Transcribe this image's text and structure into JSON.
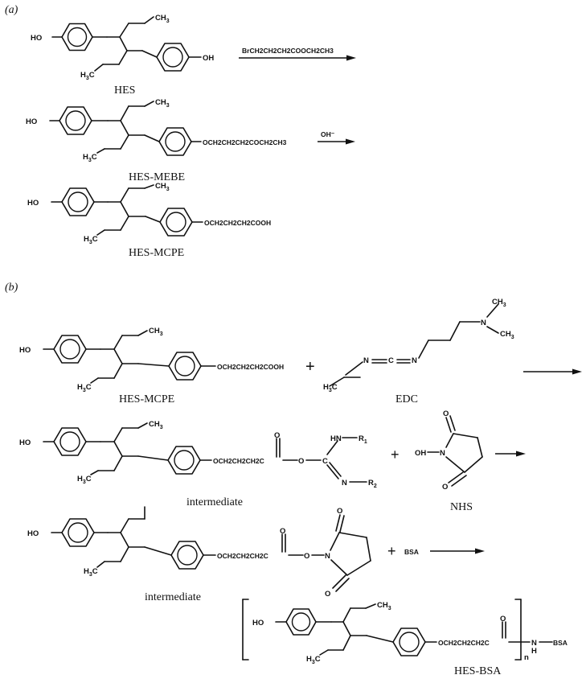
{
  "panel_labels": {
    "a": "(a)",
    "b": "(b)"
  },
  "groups": {
    "oh": "HO",
    "ch3": "CH",
    "ch3_sub": "3",
    "h3c_h": "H",
    "h3c_sub": "3",
    "h3c_c": "C",
    "ho_n": "HO",
    "n": "N",
    "c": "C",
    "o": "O",
    "hn": "HN",
    "r1": "R",
    "r1_sub": "1",
    "r2": "R",
    "r2_sub": "2",
    "oh_nhs": "OH",
    "nh": "N",
    "nh_h": "H",
    "bsa": "BSA",
    "n_repeat": "n"
  },
  "substituents": {
    "mebe": "OCH2CH2CH2COCH2CH3",
    "mcpe": "OCH2CH2CH2COOH",
    "linker": "OCH2CH2CH2C",
    "reagent_a1": "BrCH2CH2CH2COOCH2CH3",
    "reagent_a2": "OH⁻"
  },
  "compound_names": {
    "hes": "HES",
    "hes_mebe": "HES-MEBE",
    "hes_mcpe_a": "HES-MCPE",
    "hes_mcpe_b": "HES-MCPE",
    "edc": "EDC",
    "intermediate_1": "intermediate",
    "nhs": "NHS",
    "intermediate_2": "intermediate",
    "hes_bsa": "HES-BSA"
  },
  "operators": {
    "plus": "+"
  }
}
